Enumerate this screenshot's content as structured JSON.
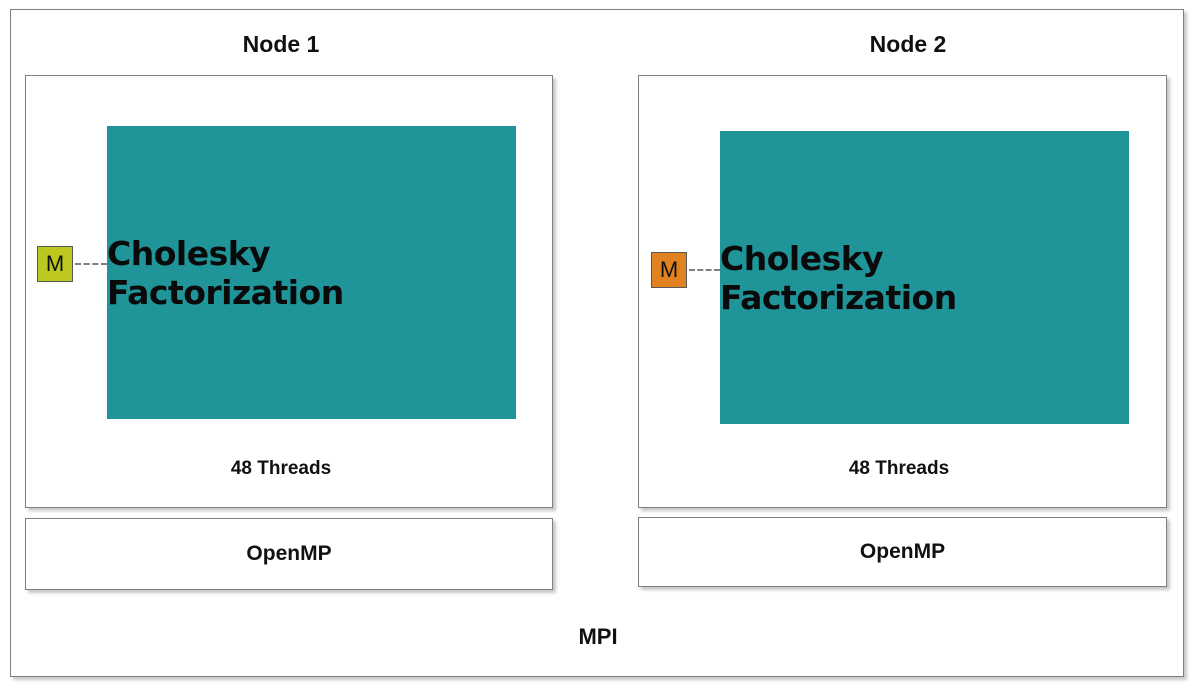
{
  "colors": {
    "teal": "#1f9599",
    "memory_node1": "#bcc81f",
    "memory_node2": "#e0821f",
    "border": "#7f7f7f"
  },
  "nodes": [
    {
      "title": "Node 1",
      "task_label": "Cholesky Factorization",
      "threads_label": "48 Threads",
      "runtime_label": "OpenMP",
      "memory_label": "M"
    },
    {
      "title": "Node 2",
      "task_label": "Cholesky Factorization",
      "threads_label": "48 Threads",
      "runtime_label": "OpenMP",
      "memory_label": "M"
    }
  ],
  "interconnect_label": "MPI"
}
